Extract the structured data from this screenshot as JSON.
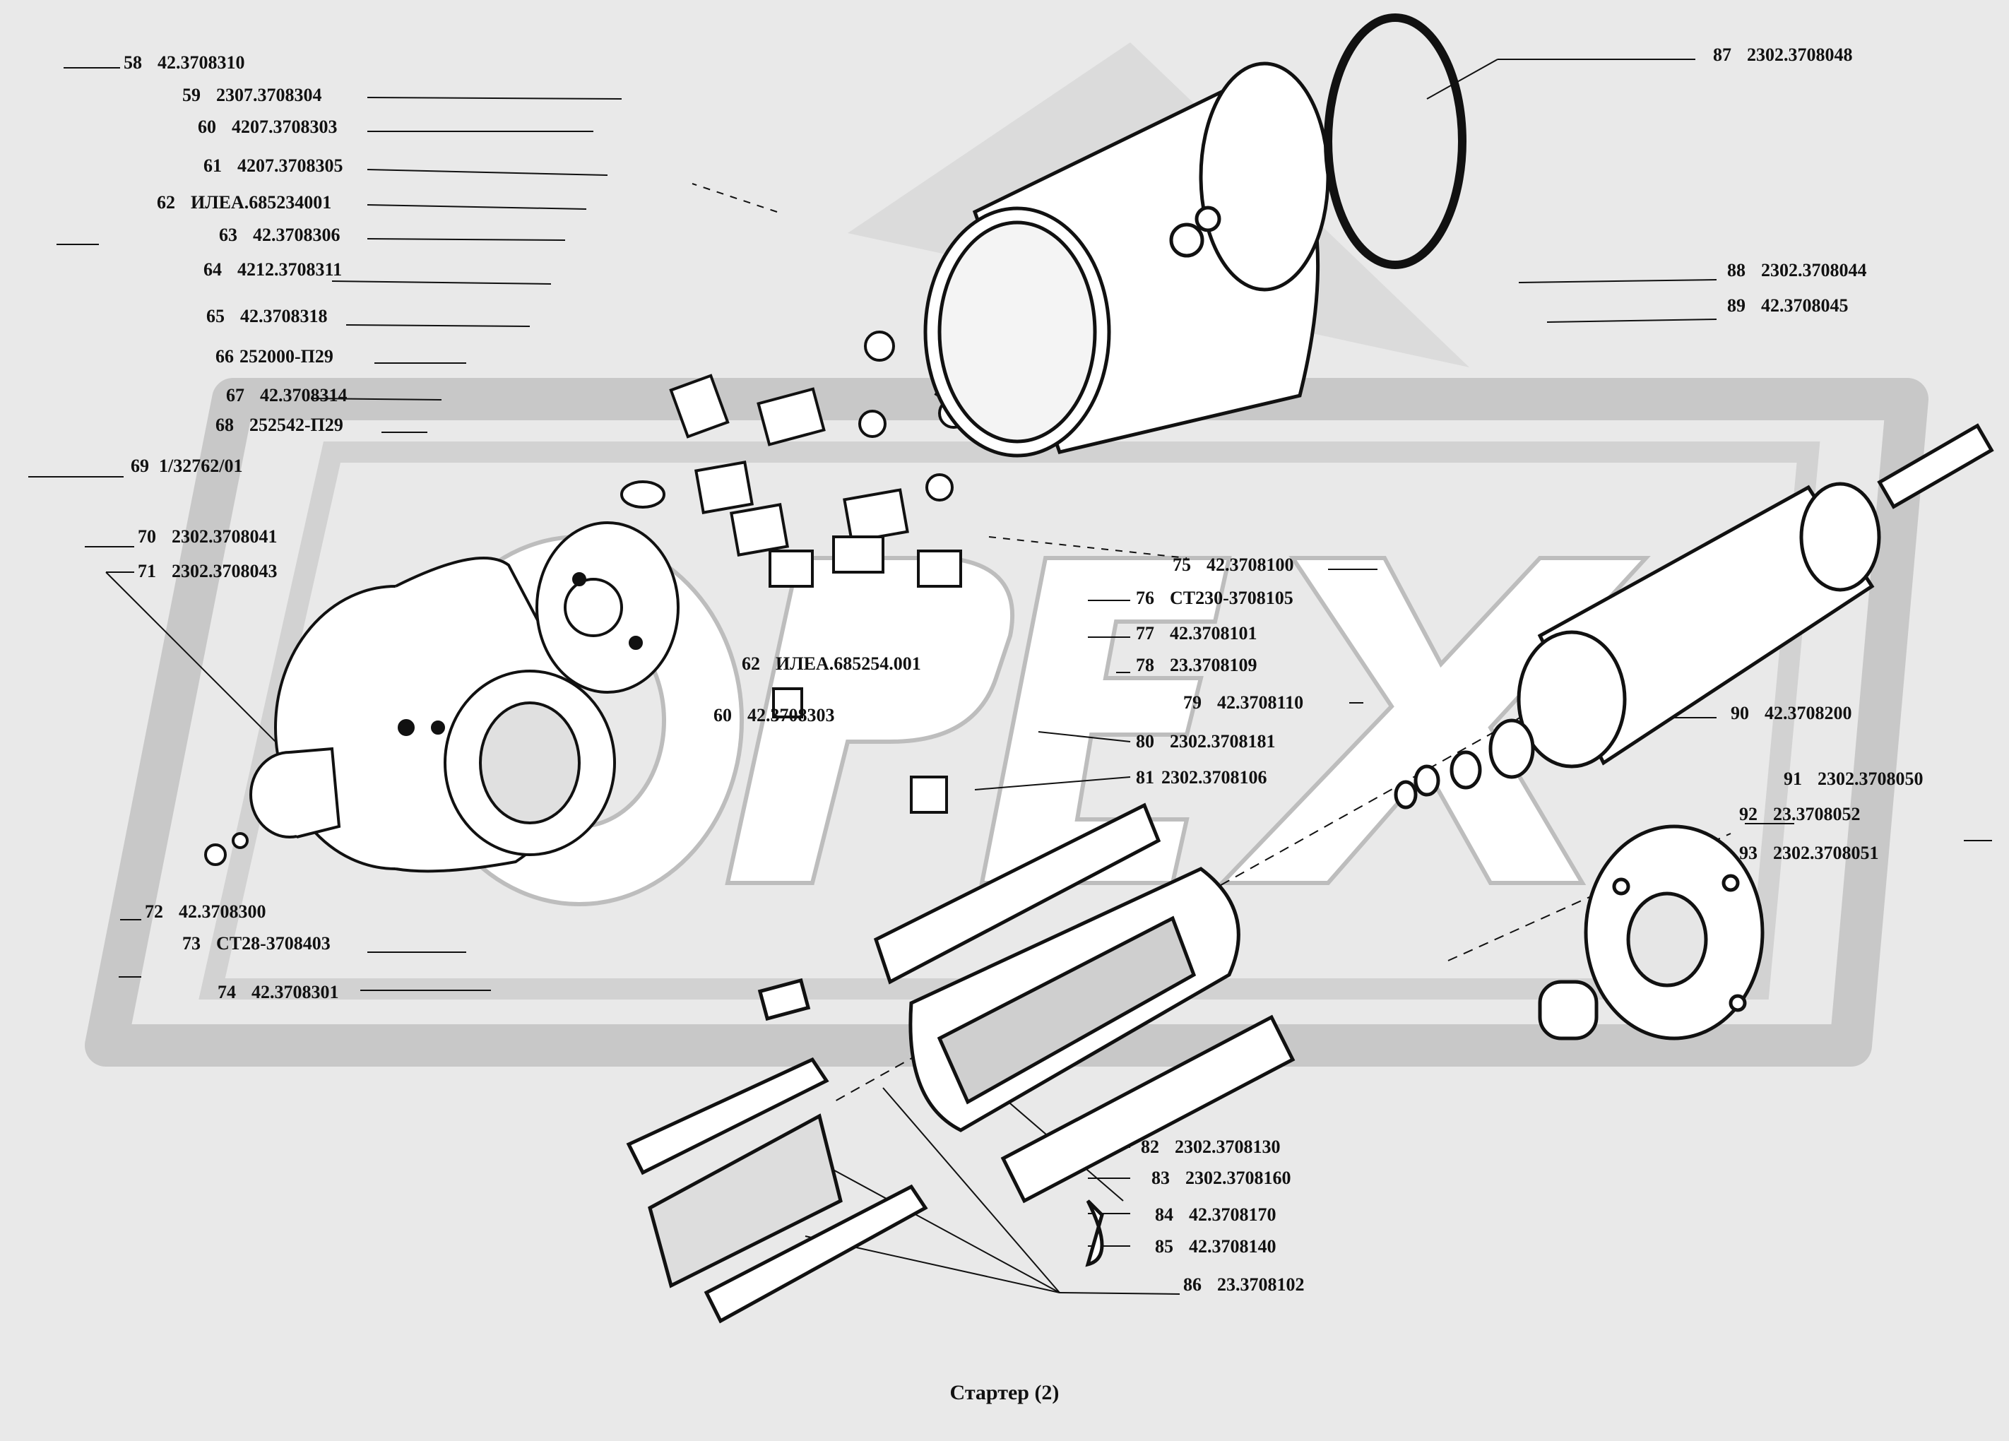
{
  "caption": "Стартер (2)",
  "watermark": "OPEX",
  "colors": {
    "background": "#e9e9e9",
    "watermark_fill": "#c8c8c8",
    "ink": "#111111",
    "part_fill": "#ffffff"
  },
  "callouts": [
    {
      "num": "58",
      "part": "42.3708310"
    },
    {
      "num": "59",
      "part": "2307.3708304"
    },
    {
      "num": "60",
      "part": "4207.3708303"
    },
    {
      "num": "61",
      "part": "4207.3708305"
    },
    {
      "num": "62",
      "part": "ИЛЕА.685234001"
    },
    {
      "num": "63",
      "part": "42.3708306"
    },
    {
      "num": "64",
      "part": "4212.3708311"
    },
    {
      "num": "65",
      "part": "42.3708318"
    },
    {
      "num": "66",
      "part": "252000-П29"
    },
    {
      "num": "67",
      "part": "42.3708314"
    },
    {
      "num": "68",
      "part": "252542-П29"
    },
    {
      "num": "69",
      "part": "1/32762/01"
    },
    {
      "num": "70",
      "part": "2302.3708041"
    },
    {
      "num": "71",
      "part": "2302.3708043"
    },
    {
      "num": "72",
      "part": "42.3708300"
    },
    {
      "num": "73",
      "part": "СТ28-3708403"
    },
    {
      "num": "74",
      "part": "42.3708301"
    },
    {
      "num": "75",
      "part": "42.3708100"
    },
    {
      "num": "76",
      "part": "СТ230-3708105"
    },
    {
      "num": "77",
      "part": "42.3708101"
    },
    {
      "num": "78",
      "part": "23.3708109"
    },
    {
      "num": "79",
      "part": "42.3708110"
    },
    {
      "num": "80",
      "part": "2302.3708181"
    },
    {
      "num": "81",
      "part": "2302.3708106"
    },
    {
      "num": "62",
      "part": "ИЛЕА.685254.001"
    },
    {
      "num": "60",
      "part": "42.3708303"
    },
    {
      "num": "82",
      "part": "2302.3708130"
    },
    {
      "num": "83",
      "part": "2302.3708160"
    },
    {
      "num": "84",
      "part": "42.3708170"
    },
    {
      "num": "85",
      "part": "42.3708140"
    },
    {
      "num": "86",
      "part": "23.3708102"
    },
    {
      "num": "87",
      "part": "2302.3708048"
    },
    {
      "num": "88",
      "part": "2302.3708044"
    },
    {
      "num": "89",
      "part": "42.3708045"
    },
    {
      "num": "90",
      "part": "42.3708200"
    },
    {
      "num": "91",
      "part": "2302.3708050"
    },
    {
      "num": "92",
      "part": "23.3708052"
    },
    {
      "num": "93",
      "part": "2302.3708051"
    }
  ]
}
